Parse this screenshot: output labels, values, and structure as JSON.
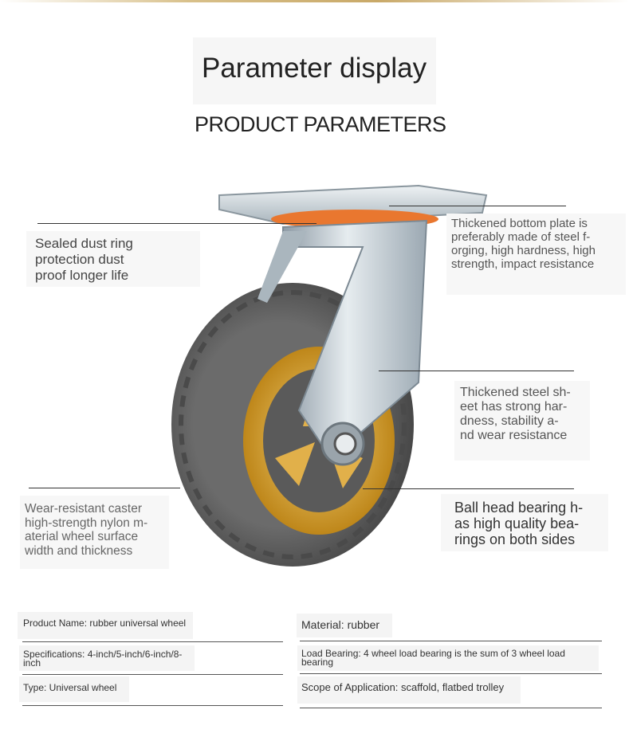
{
  "header": {
    "title": "Parameter display",
    "subtitle": "PRODUCT PARAMETERS"
  },
  "features": {
    "dust_ring": [
      "Sealed dust ring",
      "protection dust",
      "proof longer life"
    ],
    "bottom_plate": [
      "Thickened bottom plate is",
      "preferably made of steel f-",
      "orging, high hardness, high",
      "strength, impact resistance"
    ],
    "steel_sheet": [
      "Thickened steel sh-",
      "eet has strong har-",
      "dness, stability a-",
      "nd wear resistance"
    ],
    "caster": [
      "Wear-resistant caster",
      "high-strength nylon m-",
      "aterial wheel surface",
      "width and thickness"
    ],
    "bearing": [
      "Ball head bearing h-",
      "as high quality bea-",
      "rings on both sides"
    ]
  },
  "specs": {
    "product_name": "Product Name: rubber universal wheel",
    "material": "Material: rubber",
    "specifications": "Specifications: 4-inch/5-inch/6-inch/8-inch",
    "load_bearing": "Load Bearing: 4 wheel load bearing is the sum of 3 wheel load bearing",
    "type": "Type: Universal wheel",
    "scope": "Scope of Application: scaffold, flatbed trolley"
  },
  "colors": {
    "tire": "#5a5a5a",
    "rim": "#d8a21e",
    "steel": "#b8c4cc",
    "dust_ring": "#e9772f"
  }
}
